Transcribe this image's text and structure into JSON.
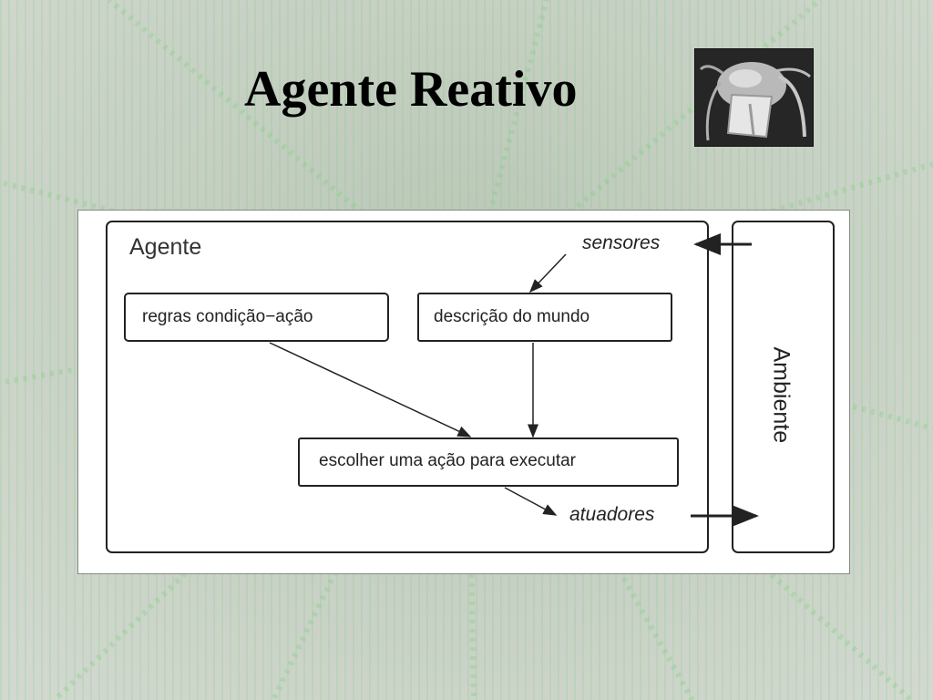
{
  "slide": {
    "title": "Agente Reativo",
    "ant_image": "ant-head-photo"
  },
  "diagram": {
    "agent_label": "Agente",
    "sensors_label": "sensores",
    "actuators_label": "atuadores",
    "rules_box": "regras condição−ação",
    "world_box": "descrição do mundo",
    "action_box": "escolher uma ação para executar",
    "environment_label": "Ambiente"
  },
  "colors": {
    "text": "#222222",
    "title": "#000000",
    "lines": "#333333"
  }
}
